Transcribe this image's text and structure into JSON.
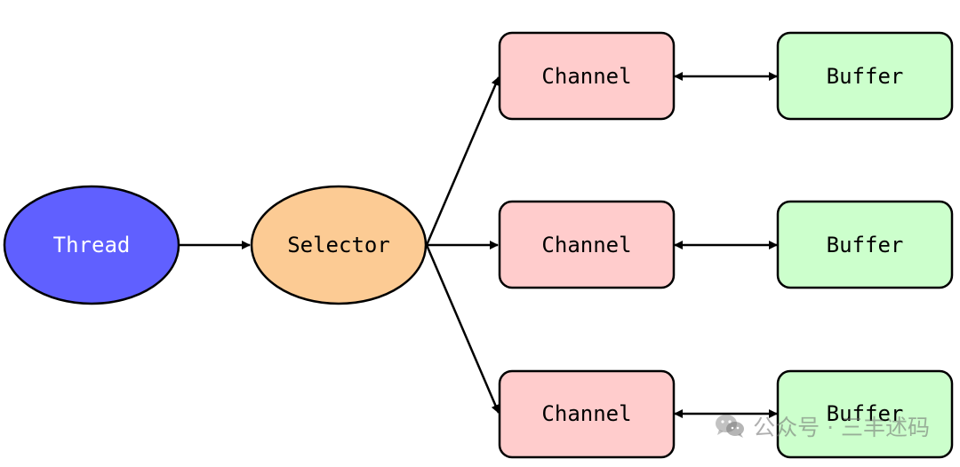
{
  "colors": {
    "thread_fill": "#6060ff",
    "selector_fill": "#fccb94",
    "channel_fill": "#ffcccc",
    "buffer_fill": "#ccffcc",
    "stroke": "#000000"
  },
  "nodes": {
    "thread": "Thread",
    "selector": "Selector",
    "channels": [
      "Channel",
      "Channel",
      "Channel"
    ],
    "buffers": [
      "Buffer",
      "Buffer",
      "Buffer"
    ]
  },
  "watermark": {
    "icon": "wechat-icon",
    "text": "公众号 · 三丰述码"
  }
}
